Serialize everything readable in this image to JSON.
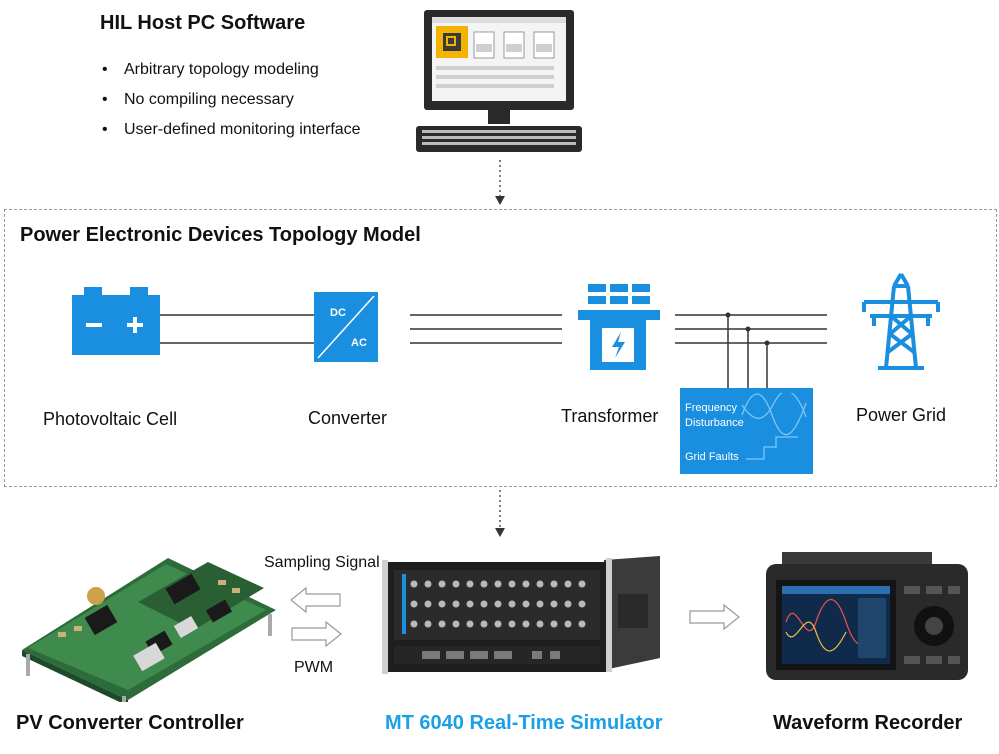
{
  "host": {
    "title": "HIL Host PC Software",
    "bullets": [
      "Arbitrary topology modeling",
      "No compiling necessary",
      "User-defined monitoring interface"
    ]
  },
  "model": {
    "title": "Power Electronic Devices Topology Model",
    "components": {
      "pv": "Photovoltaic Cell",
      "converter": "Converter",
      "transformer": "Transformer",
      "grid": "Power Grid"
    },
    "converter_icon": {
      "top": "DC",
      "bottom": "AC"
    },
    "faults": {
      "frequency": "Frequency",
      "disturbance": "Disturbance",
      "grid_faults": "Grid Faults"
    }
  },
  "bottom": {
    "controller": "PV Converter Controller",
    "simulator": "MT 6040 Real-Time Simulator",
    "recorder": "Waveform Recorder",
    "sampling": "Sampling Signal",
    "pwm": "PWM"
  },
  "colors": {
    "accent": "#1a8fe0",
    "simulator_title": "#1aa0e6",
    "line": "#333333"
  }
}
